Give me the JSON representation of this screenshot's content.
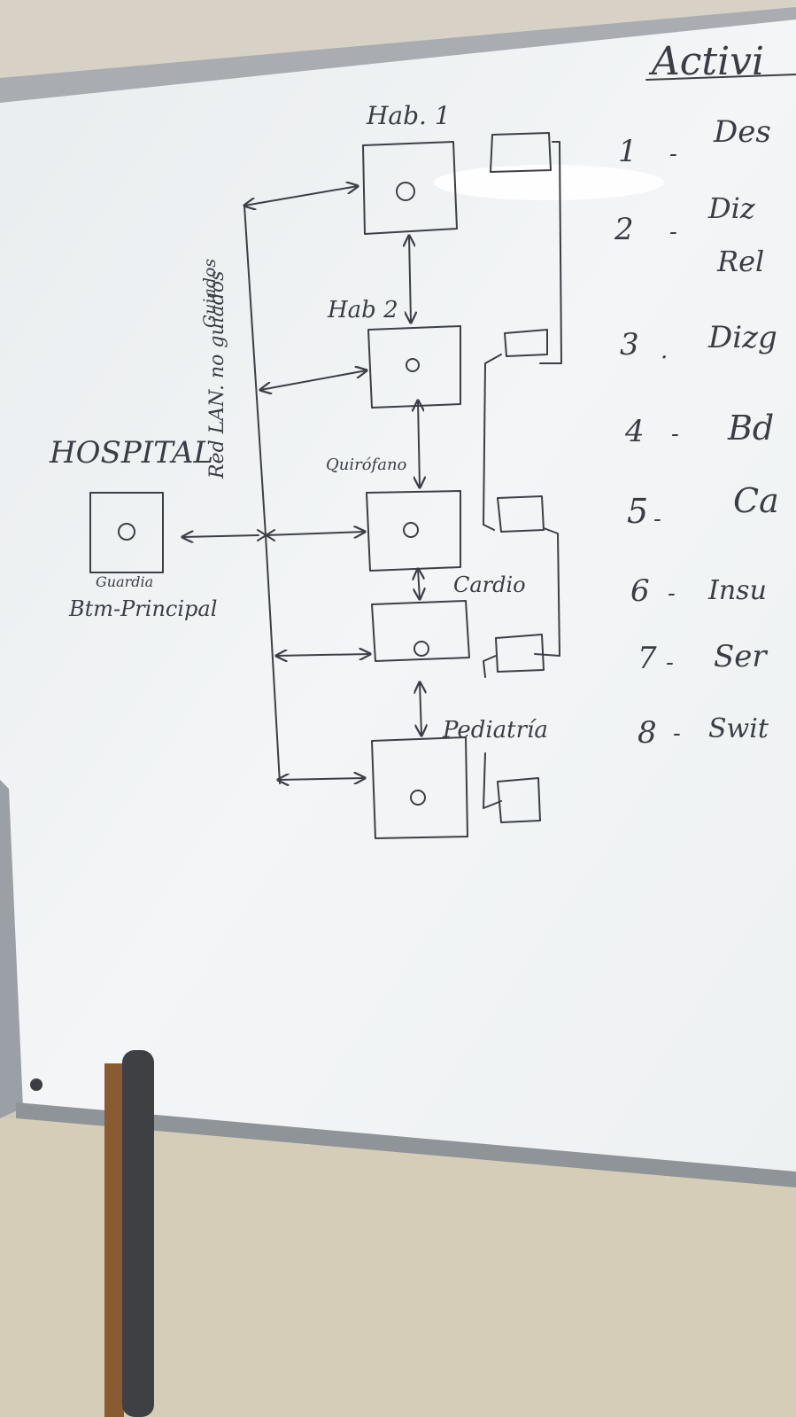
{
  "whiteboard": {
    "heading": "Activi",
    "hospital_label": "HOSPITAL",
    "lan_label": "Red LAN. no guiados",
    "guided_label": "Guiados",
    "main_box": {
      "top_label": "Guardia",
      "bottom_label": "Btm-Principal"
    },
    "rooms": [
      {
        "label": "Hab. 1"
      },
      {
        "label": "Hab 2"
      },
      {
        "label": "Quirófano"
      },
      {
        "label": "Cardio"
      },
      {
        "label": "Pediatría"
      }
    ],
    "list": [
      {
        "num": "1",
        "text": "Des"
      },
      {
        "num": "2",
        "text": "Diz",
        "extra": "Rel"
      },
      {
        "num": "3",
        "text": "Dizg"
      },
      {
        "num": "4",
        "text": "Bd"
      },
      {
        "num": "5",
        "text": "Ca"
      },
      {
        "num": "6",
        "text": "Insu"
      },
      {
        "num": "7",
        "text": "Ser"
      },
      {
        "num": "8",
        "text": "Swit"
      }
    ]
  }
}
